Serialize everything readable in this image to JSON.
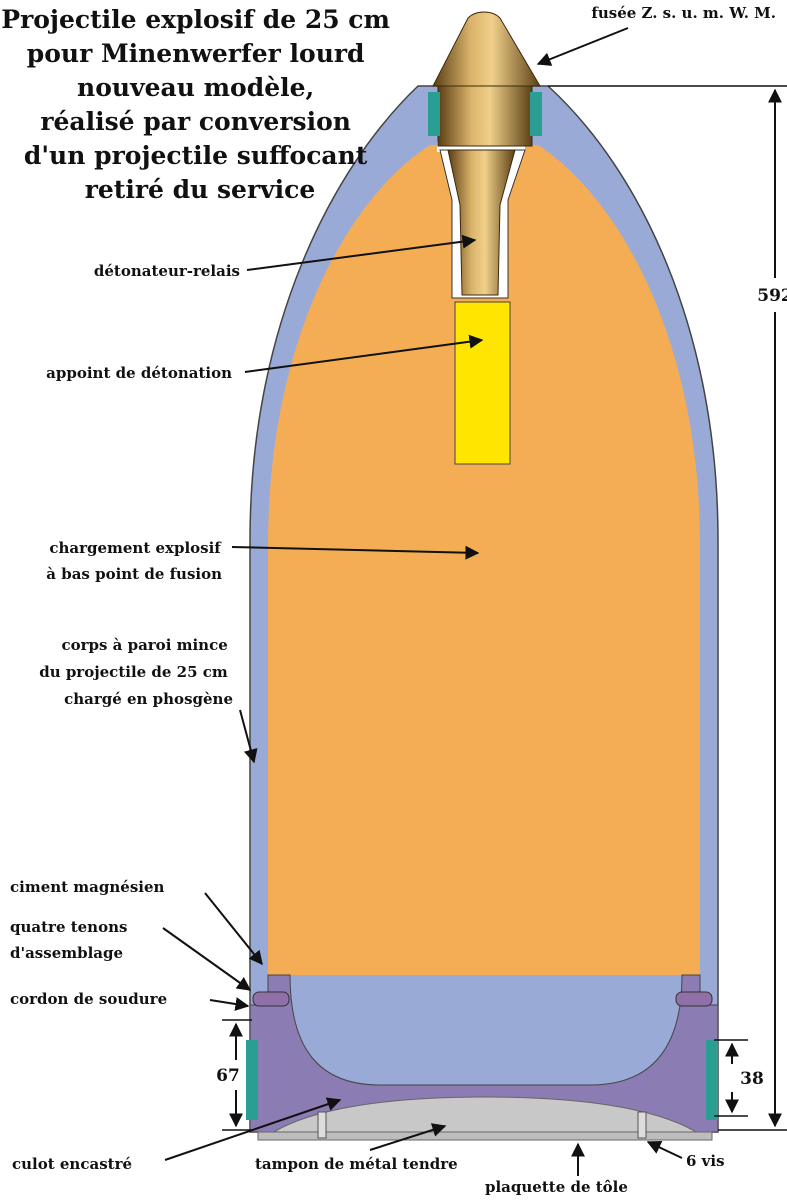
{
  "title": {
    "lines": [
      "Projectile explosif de 25 cm",
      "pour Minenwerfer lourd",
      "nouveau modèle,",
      "réalisé par conversion",
      "d'un projectile suffocant",
      "retiré du service"
    ]
  },
  "labels": {
    "fuse": "fusée Z. s. u. m. W. M.",
    "relay": "détonateur-relais",
    "booster": "appoint de détonation",
    "charge": [
      "chargement explosif",
      "à bas point de fusion"
    ],
    "body": [
      "corps à paroi mince",
      "du projectile de 25 cm",
      "chargé en phosgène"
    ],
    "cement": "ciment magnésien",
    "tenons": [
      "quatre tenons",
      "d'assemblage"
    ],
    "weld": "cordon de soudure",
    "base": "culot encastré",
    "plug": "tampon de métal tendre",
    "plate": "plaquette de tôle",
    "screws": "6 vis"
  },
  "dimensions": {
    "total_length": "592",
    "base_height": "67",
    "insert_height": "38"
  },
  "colors": {
    "shell": "#9aaad6",
    "charge": "#f4ad55",
    "booster": "#ffe500",
    "base": "#8b7cb3",
    "plug": "#c8c8c8",
    "cement": "#2a9e92",
    "brass": "#a07c3c",
    "text": "#111111"
  }
}
